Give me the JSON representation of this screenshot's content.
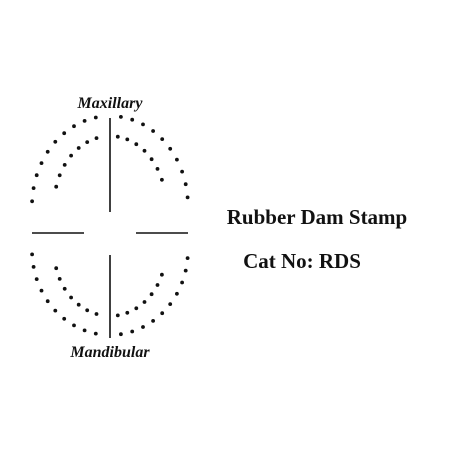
{
  "labels": {
    "maxillary": "Maxillary",
    "mandibular": "Mandibular"
  },
  "product": {
    "name": "Rubber Dam Stamp",
    "cat_no": "Cat No: RDS"
  },
  "colors": {
    "ink": "#111111",
    "background": "#ffffff"
  }
}
